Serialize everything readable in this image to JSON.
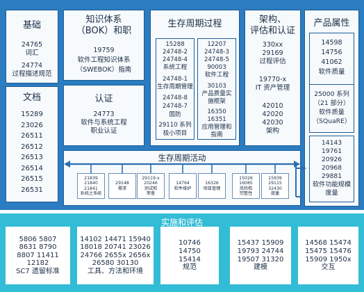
{
  "foundation": {
    "title": "基础",
    "lines": [
      "24765",
      "词汇",
      "24774",
      "过程描述规范"
    ]
  },
  "documentation": {
    "title": "文档",
    "lines": [
      "15289",
      "23026",
      "26511",
      "26512",
      "26513",
      "26514",
      "26515",
      "26531"
    ]
  },
  "bok": {
    "title": "知识体系\n（BOK）和职",
    "lines": [
      "19759",
      "软件工程知识体系",
      "（SWEBOK）指南"
    ]
  },
  "certification": {
    "title": "认证",
    "lines": [
      "24773",
      "软件与系统工程",
      "职业认证"
    ]
  },
  "lifecycle": {
    "title": "生存周期过程",
    "left_lines": [
      "15288",
      "24748-2",
      "24748-4",
      "系统工程",
      "24748-1",
      "生存周期管理",
      "24748-8",
      "24748-7",
      "国防",
      "29110 系列",
      "极小项目"
    ],
    "right_lines": [
      "12207",
      "24748-3",
      "24748-5",
      "90003",
      "软件工程",
      "30103",
      "产品质量实",
      "施框架",
      "16350",
      "16351",
      "应用管理和",
      "指南"
    ]
  },
  "architecture": {
    "title": "架构、\n评估和认证",
    "lines": [
      "330xx",
      "29169",
      "过程评估",
      "19770-x",
      "IT 资产管理",
      "42010",
      "42020",
      "42030",
      "架构"
    ]
  },
  "product_attributes": {
    "title": "产品属性",
    "group1": [
      "14598",
      "14756",
      "41062",
      "软件质量"
    ],
    "group2": [
      "25000 系列",
      "（21 部分）",
      "软件质量",
      "（SQuaRE）"
    ],
    "group3": [
      "14143",
      "19761",
      "20926",
      "20968",
      "29881",
      "软件功能规模",
      "度量"
    ]
  },
  "lifecycle_activities": {
    "title": "生存周期活动",
    "items": [
      {
        "lines": [
          "21839",
          "21840",
          "21841",
          "系统之系统"
        ]
      },
      {
        "lines": [
          "29148",
          "需求"
        ]
      },
      {
        "lines": [
          "29119-x",
          "20246",
          "测试和",
          "审查"
        ]
      },
      {
        "lines": [
          "14764",
          "软件维护"
        ]
      },
      {
        "lines": [
          "16326",
          "项目管理"
        ]
      },
      {
        "lines": [
          "15026",
          "16085",
          "风险和",
          "完整性"
        ]
      },
      {
        "lines": [
          "15939",
          "29115",
          "32430",
          "度量"
        ]
      }
    ]
  },
  "implementation": {
    "title": "实施和评估",
    "boxes": [
      {
        "lines": [
          "5806 5807",
          "8631 8790",
          "8807 11411",
          "12182",
          "SC7 遗留标准"
        ]
      },
      {
        "lines": [
          "14102 14471 15940",
          "18018 20741 23026",
          "24766 2655x 2656x",
          "26580 30130",
          "工具、方法和环境"
        ]
      },
      {
        "lines": [
          "10746",
          "14750",
          "15414",
          "规范"
        ]
      },
      {
        "lines": [
          "15437 15909",
          "19793 24744",
          "19507 31320",
          "建模"
        ]
      },
      {
        "lines": [
          "14568 15474",
          "15475 15476",
          "15909 1950x",
          "交互"
        ]
      }
    ]
  }
}
